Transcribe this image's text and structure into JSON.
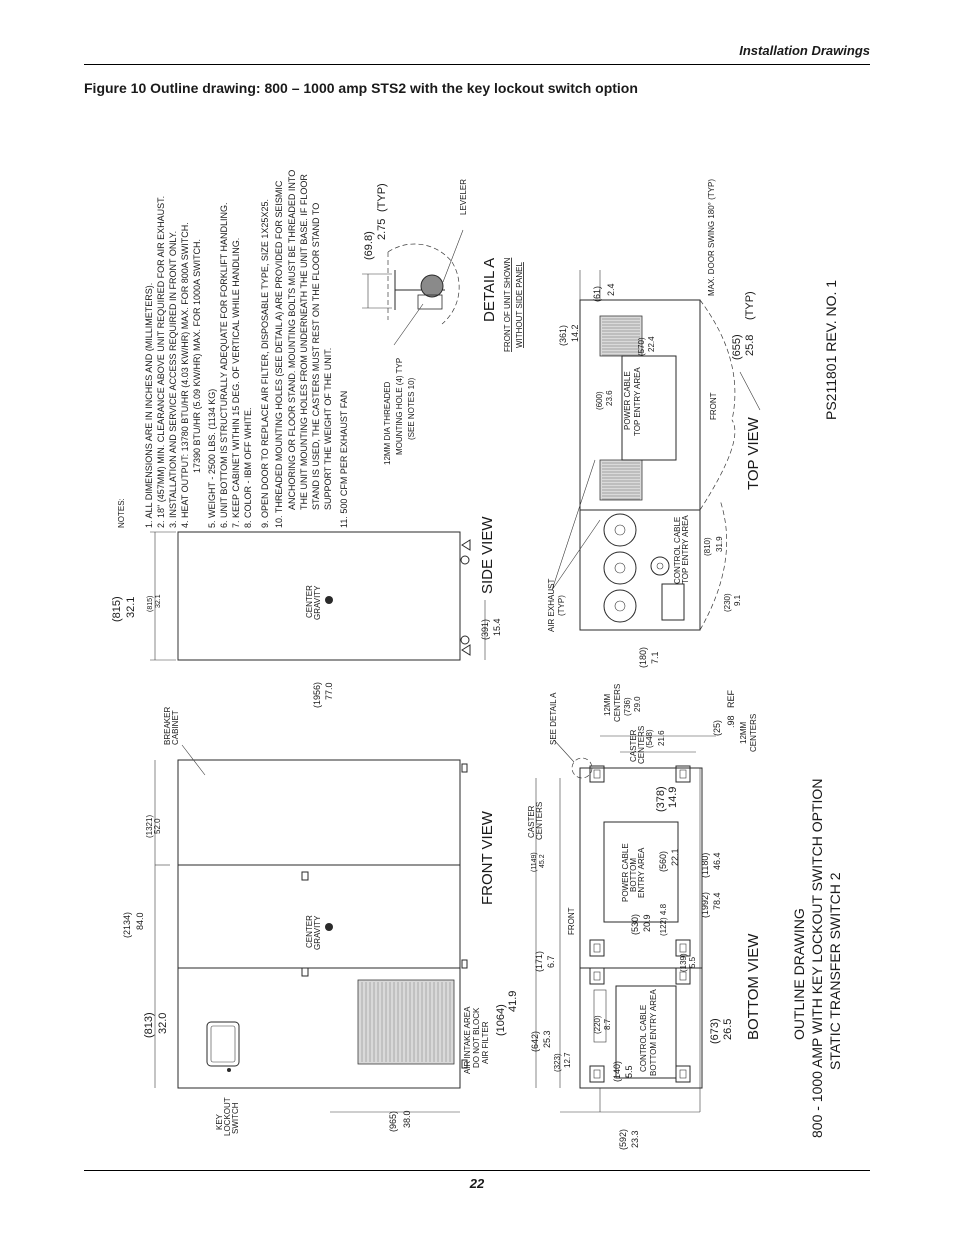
{
  "header": {
    "section": "Installation Drawings"
  },
  "figure": {
    "title": "Figure 10  Outline drawing: 800 – 1000 amp STS2 with the key lockout switch option"
  },
  "page": {
    "number": "22"
  },
  "notes": {
    "heading": "NOTES:",
    "items": [
      "1. ALL DIMENSIONS ARE IN INCHES AND (MILLIMETERS).",
      "2. 18\" (457MM) MIN. CLEARANCE ABOVE UNIT REQUIRED FOR AIR EXHAUST.",
      "3. INSTALLATION AND SERVICE ACCESS REQUIRED IN FRONT ONLY.",
      "4. HEAT OUTPUT: 13780 BTU/HR (4.03 KW/HR) MAX. FOR 800A SWITCH.",
      "17390 BTU/HR (5.09 KW/HR) MAX. FOR 1000A SWITCH.",
      "5. WEIGHT - 2500 LBS. (1134 KG)",
      "6. UNIT BOTTOM IS STRUCTURALLY ADEQUATE FOR FORKLIFT HANDLING.",
      "7. KEEP CABINET WITHIN 15 DEG. OF VERTICAL WHILE HANDLING.",
      "8. COLOR - IBM OFF WHITE.",
      "9. OPEN DOOR TO REPLACE AIR FILTER, DISPOSABLE TYPE, SIZE 1X25X25.",
      "10. THREADED MOUNTING HOLES (SEE DETAIL A) ARE PROVIDED FOR SEISMIC",
      "ANCHORING OR FLOOR STAND. MOUNTING BOLTS MUST BE THREADED INTO",
      "THE UNIT MOUNTING HOLES FROM UNDERNEATH THE UNIT BASE. IF FLOOR",
      "STAND IS USED, THE CASTERS MUST REST ON THE FLOOR STAND TO",
      "SUPPORT THE WEIGHT OF THE UNIT.",
      "11. 500 CFM PER EXHAUST FAN"
    ]
  },
  "views": {
    "front": "FRONT VIEW",
    "side": "SIDE VIEW",
    "bottom": "BOTTOM VIEW",
    "top": "TOP VIEW",
    "detail": "DETAIL A",
    "detail_sub1": "FRONT OF UNIT SHOWN",
    "detail_sub2": "WITHOUT SIDE PANEL"
  },
  "labels": {
    "breaker_cabinet_1": "BREAKER",
    "breaker_cabinet_2": "CABINET",
    "center_1": "CENTER",
    "gravity_1": "GRAVITY",
    "key_1": "KEY",
    "key_2": "LOCKOUT",
    "key_3": "SWITCH",
    "air_intake_1": "AIR INTAKE AREA",
    "air_intake_2": "DO NOT BLOCK",
    "air_intake_3": "AIR FILTER",
    "see_detail": "SEE DETAIL A",
    "caster_1": "CASTER",
    "caster_2": "CENTERS",
    "front": "FRONT",
    "power_bottom_1": "POWER CABLE",
    "power_bottom_2": "BOTTOM",
    "power_bottom_3": "ENTRY AREA",
    "control_bottom_1": "CONTROL CABLE",
    "control_bottom_2": "BOTTOM ENTRY AREA",
    "mm12_1": "12MM",
    "mm12_2": "CENTERS",
    "ref": "REF",
    "air_exhaust_1": "AIR EXHAUST",
    "air_exhaust_2": "(TYP)",
    "control_top_1": "CONTROL CABLE",
    "control_top_2": "TOP ENTRY AREA",
    "power_top_1": "POWER CABLE",
    "power_top_2": "TOP ENTRY AREA",
    "door_swing": "MAX. DOOR SWING 180° (TYP)",
    "leveler": "LEVELER",
    "mount_1": "12MM DIA THREADED",
    "mount_2": "MOUNTING HOLE (4) TYP",
    "mount_3": "(SEE NOTES 10)",
    "typ": "(TYP)"
  },
  "dimensions": {
    "d2134": "(2134)",
    "d84": "84.0",
    "d1321": "(1321)",
    "d52": "52.0",
    "d813": "(813)",
    "d32": "32.0",
    "d965": "(965)",
    "d38": "38.0",
    "d1064": "(1064)",
    "d419": "41.9",
    "d815": "(815)",
    "d321": "32.1",
    "d815s": "(815)",
    "d321s": "32.1",
    "d1956": "(1956)",
    "d77": "77.0",
    "d391": "(391)",
    "d154": "15.4",
    "d698": "(69.8)",
    "d275": "2.75",
    "d642": "(642)",
    "d253": "25.3",
    "d323": "(323)",
    "d127": "12.7",
    "d140": "(140)",
    "d55": "5.5",
    "d592": "(592)",
    "d233": "23.3",
    "d673": "(673)",
    "d265": "26.5",
    "d220": "(220)",
    "d87": "8.7",
    "d171": "(171)",
    "d67": "6.7",
    "d530": "(530)",
    "d209": "20.9",
    "d122": "(122) 4.8",
    "d139": "(139)",
    "d55b": "5.5",
    "d1992": "(1992)",
    "d784": "78.4",
    "d1180": "(1180)",
    "d464": "46.4",
    "d560": "(560)",
    "d221": "22.1",
    "d378": "(378)",
    "d149": "14.9",
    "d1149": "(1149)",
    "d452": "45.2",
    "d25": "(25)",
    "d98": ".98",
    "d548": "(548)",
    "d216": "21.6",
    "d736": "(736)",
    "d290": "29.0",
    "d180": "(180)",
    "d71": "7.1",
    "d230": "(230)",
    "d91": "9.1",
    "d810": "(810)",
    "d319": "31.9",
    "d600": "(600)",
    "d236": "23.6",
    "d570": "(570)",
    "d224": "22.4",
    "d361": "(361)",
    "d142": "14.2",
    "d61": "(61)",
    "d24": "2.4",
    "d655": "(655)",
    "d258": "25.8"
  },
  "title_block": {
    "line1": "OUTLINE DRAWING",
    "line2": "800 - 1000 AMP WITH KEY LOCKOUT SWITCH OPTION",
    "line3": "STATIC TRANSFER SWITCH 2",
    "drawing_no": "PS211801 REV. NO. 1"
  }
}
